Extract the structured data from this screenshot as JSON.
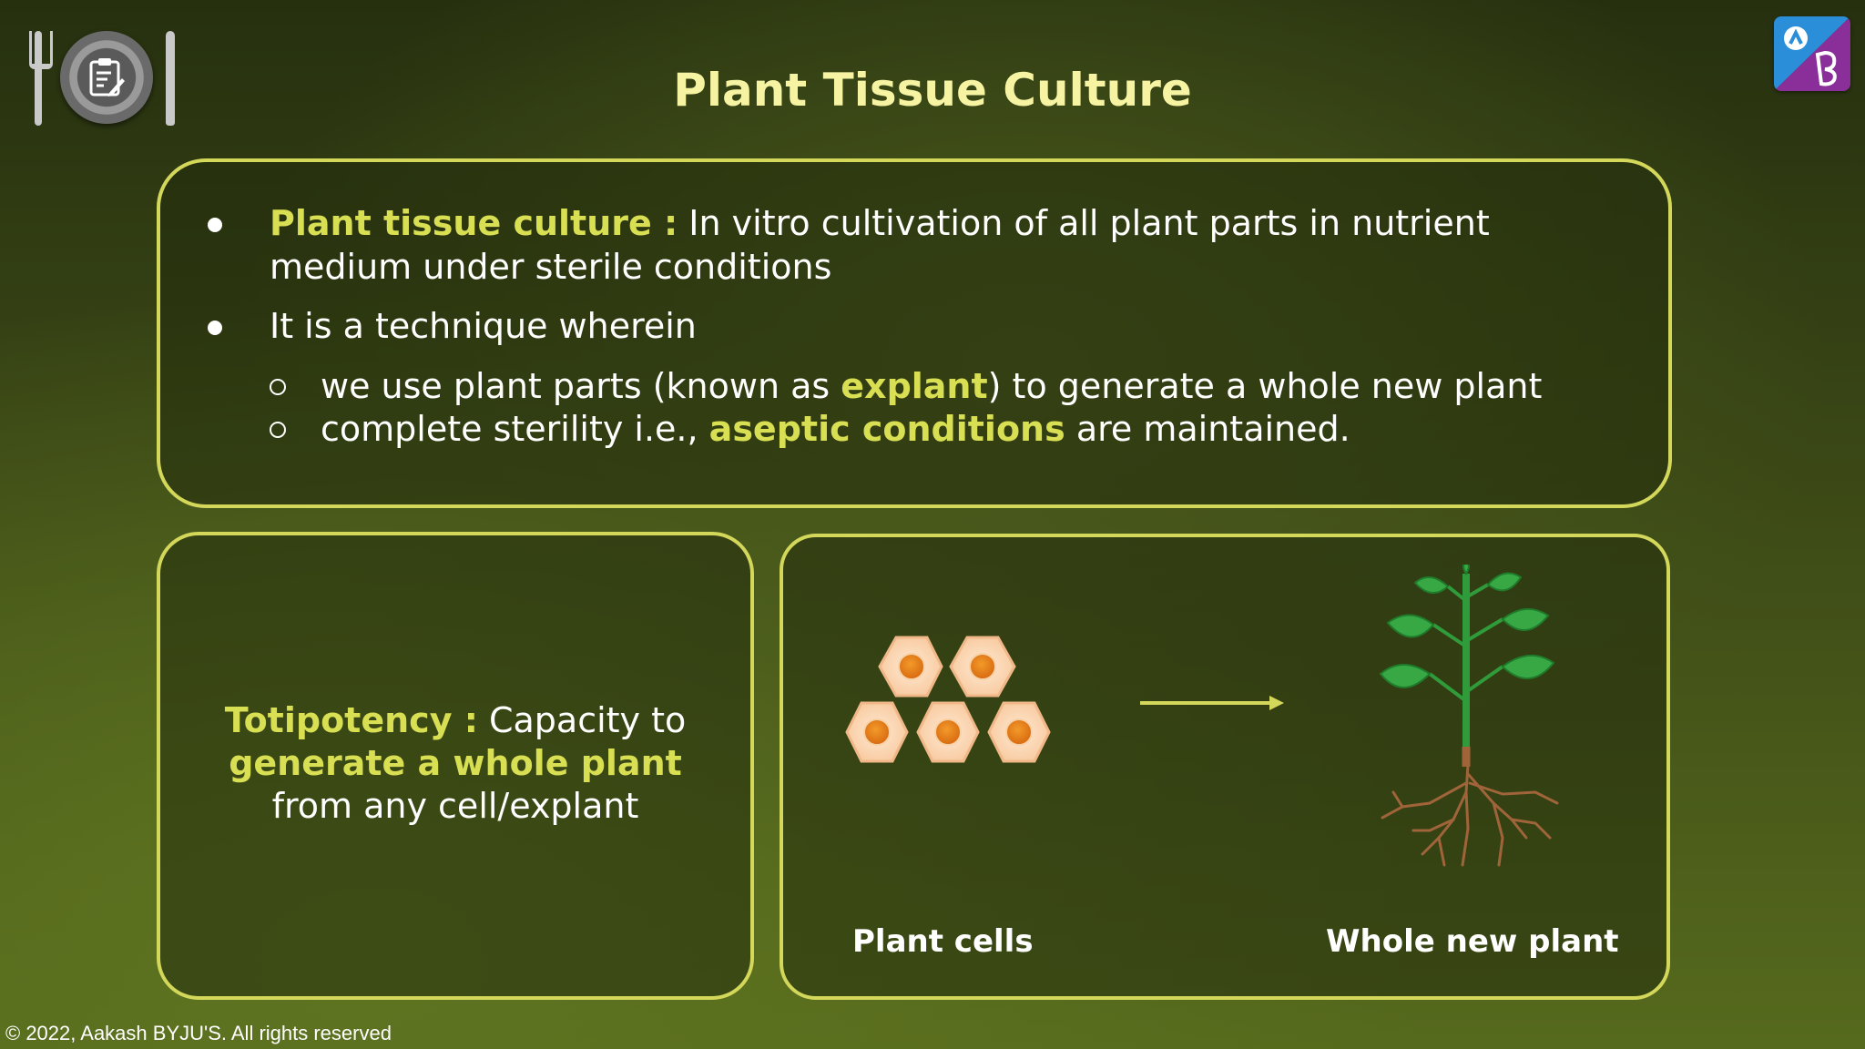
{
  "slide": {
    "title": "Plant Tissue Culture",
    "footer": "© 2022, Aakash BYJU'S. All rights reserved"
  },
  "intro_box": {
    "bullet1": {
      "term": "Plant tissue culture :",
      "text_line1": " In vitro cultivation of all plant parts in nutrient",
      "text_line2": "medium under sterile conditions"
    },
    "bullet2": {
      "text": "It is a technique wherein"
    },
    "sub1": {
      "before": "we use plant parts (known as ",
      "highlight": "explant",
      "after": ") to generate a whole new plant"
    },
    "sub2": {
      "before": "complete sterility i.e., ",
      "highlight": "aseptic conditions",
      "after": " are maintained."
    }
  },
  "totipotency_box": {
    "term": "Totipotency :",
    "text1": " Capacity to",
    "highlight": "generate a whole plant",
    "text2": "from any cell/explant"
  },
  "illustration_box": {
    "caption_left": "Plant cells",
    "caption_right": "Whole new plant"
  },
  "colors": {
    "highlight": "#d9df52",
    "title": "#f6f3a2",
    "border": "#d4d85a"
  },
  "icons": [
    "plate-clipboard-icon",
    "byjus-logo-icon",
    "arrow-right-icon"
  ]
}
